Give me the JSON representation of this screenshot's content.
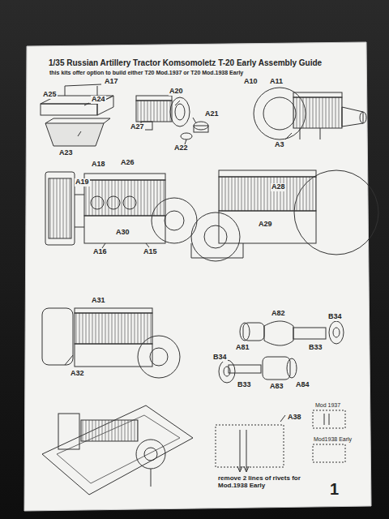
{
  "diagram": {
    "title": "1/35 Russian Artillery Tractor Komsomoletz T-20 Early Assembly Guide",
    "labels": [
      "this kits offer option to build either T20 Mod.1937 or  T20 Mod.1938 Early",
      "A17",
      "A25",
      "A24",
      "A23",
      "A27",
      "A20",
      "A21",
      "A22",
      "A10",
      "A11",
      "A3",
      "A18",
      "A26",
      "A19",
      "A30",
      "A16",
      "A15",
      "A28",
      "A29",
      "A31",
      "A32",
      "A82",
      "B34",
      "A81",
      "B34",
      "B33",
      "B33",
      "A83",
      "A84",
      "Mod 1937",
      "A38",
      "Mod1938 Early",
      "remove 2 lines of  rivets for Mod.1938 Early",
      "1"
    ]
  }
}
